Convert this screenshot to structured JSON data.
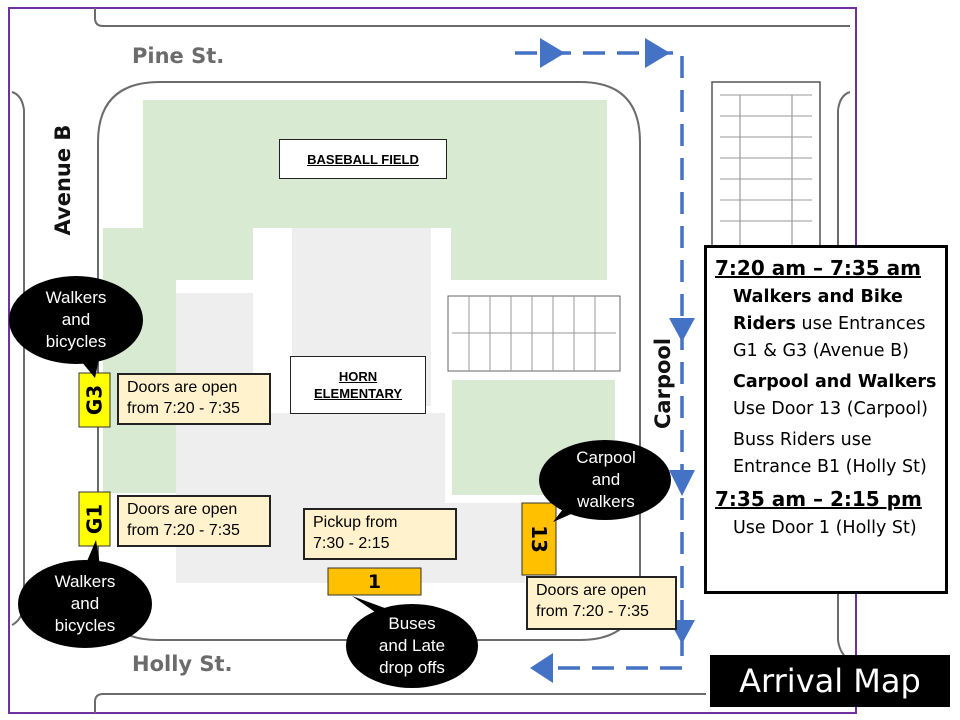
{
  "streets": {
    "top": "Pine St.",
    "bottom": "Holly St.",
    "left": "Avenue B",
    "right": "Carpool"
  },
  "areas": {
    "field": "BASEBALL FIELD",
    "school": "HORN\nELEMENTARY"
  },
  "doors": {
    "g3": "G3",
    "g1": "G1",
    "d13": "13",
    "d1": "1"
  },
  "notes": {
    "g3": "Doors are open\nfrom 7:20 - 7:35",
    "g1": "Doors are open\nfrom 7:20 - 7:35",
    "pickup": "Pickup from\n7:30 - 2:15",
    "d13": "Doors are open\nfrom 7:20 - 7:35"
  },
  "bubbles": {
    "walkers_top": "Walkers\nand\nbicycles",
    "walkers_bottom": "Walkers\nand\nbicycles",
    "carpool": "Carpool\nand\nwalkers",
    "buses": "Buses\nand Late\ndrop offs"
  },
  "schedule": {
    "period1": "7:20 am – 7:35 am",
    "walkers_bold": "Walkers and Bike Riders",
    "walkers_rest": " use Entrances G1 & G3 (Avenue B)",
    "carpool_bold": "Carpool and Walkers",
    "carpool_rest": "Use Door 13 (Carpool)",
    "bus": "Buss Riders use Entrance B1 (Holly St)",
    "period2": "7:35 am – 2:15 pm",
    "door1": "Use Door 1 (Holly St)"
  },
  "title": "Arrival Map",
  "colors": {
    "field_green": "#d9ead3",
    "building_gray": "#eeeeee",
    "door_yellow": "#ffff00",
    "door_orange": "#ffc000",
    "note_bg": "#fff2cc",
    "arrow_blue": "#4472c4",
    "frame_purple": "#7030a0"
  },
  "icons": [
    "arrow-right-icon",
    "arrow-down-icon",
    "arrow-left-icon"
  ]
}
